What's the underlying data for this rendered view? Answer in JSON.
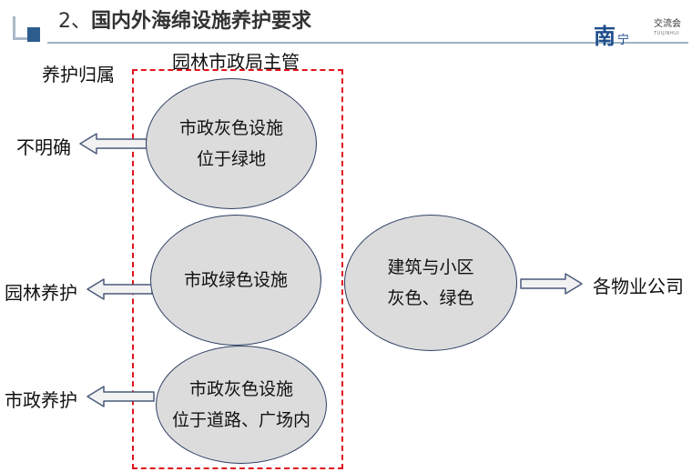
{
  "header": {
    "title_num": "2、",
    "title_text": "国内外海绵设施养护要求",
    "logo_main": "南",
    "logo_sub": "宁",
    "meeting": "交流会",
    "meeting_en": "TUIJINHUI"
  },
  "diagram": {
    "attribution_label": "养护归属",
    "group_label": "园林市政局主管",
    "nodes": {
      "oval1": [
        "市政灰色设施",
        "位于绿地"
      ],
      "oval2": [
        "市政绿色设施"
      ],
      "oval3": [
        "市政灰色设施",
        "位于道路、广场内"
      ],
      "oval4": [
        "建筑与小区",
        "灰色、绿色"
      ]
    },
    "targets": {
      "t1": "不明确",
      "t2": "园林养护",
      "t3": "市政养护",
      "t4": "各物业公司"
    },
    "colors": {
      "oval_fill": "#dcdcdc",
      "oval_border": "#2f3f63",
      "dashed_border": "#e0141e",
      "arrow_border": "#4a5a7a",
      "arrow_fill": "#f2f2f2"
    }
  }
}
